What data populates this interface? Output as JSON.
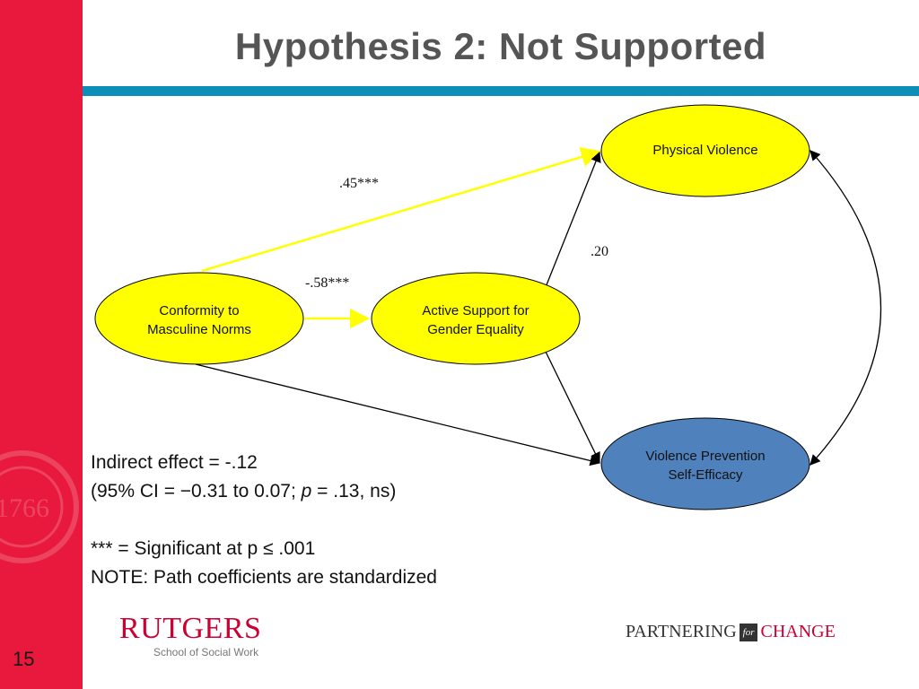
{
  "slide": {
    "title": "Hypothesis 2: Not Supported",
    "number": "15"
  },
  "colors": {
    "sidebar": "#e8193c",
    "rule": "#0b8fb8",
    "node_yellow": "#ffff00",
    "node_blue": "#4f81bd",
    "yellow_path": "#ffff00"
  },
  "diagram": {
    "nodes": {
      "conformity": {
        "line1": "Conformity to",
        "line2": "Masculine Norms"
      },
      "support": {
        "line1": "Active Support for",
        "line2": "Gender Equality"
      },
      "physical": {
        "line1": "Physical Violence"
      },
      "efficacy": {
        "line1": "Violence Prevention",
        "line2": "Self-Efficacy"
      }
    },
    "coefficients": {
      "conformity_to_physical": ".45***",
      "conformity_to_support": "-.58***",
      "support_to_physical": ".20"
    }
  },
  "notes": {
    "indirect": "Indirect effect = -.12",
    "ci_prefix": "(95% CI = −0.31 to 0.07; ",
    "ci_p": "p",
    "ci_suffix": " = .13, ns)",
    "significance": "*** = Significant at p ≤ .001",
    "note": "NOTE: Path coefficients are standardized"
  },
  "logos": {
    "rutgers_name": "RUTGERS",
    "rutgers_school": "School of Social Work",
    "pfc_part1": "PARTNERING",
    "pfc_for": "for",
    "pfc_part2": "CHANGE"
  }
}
